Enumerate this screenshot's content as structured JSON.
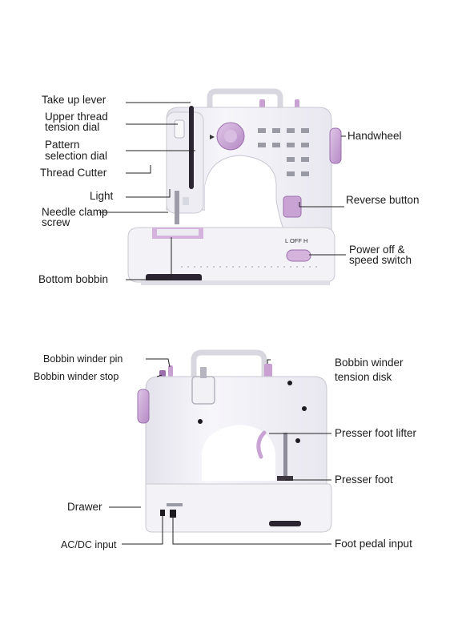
{
  "front_view": {
    "labels": {
      "take_up_lever": "Take up lever",
      "upper_thread_tension_dial_1": "Upper thread",
      "upper_thread_tension_dial_2": "tension dial",
      "pattern_selection_dial_1": "Pattern",
      "pattern_selection_dial_2": "selection dial",
      "thread_cutter": "Thread Cutter",
      "light": "Light",
      "needle_clamp_screw_1": "Needle clamp",
      "needle_clamp_screw_2": "screw",
      "bottom_bobbin": "Bottom bobbin",
      "handwheel": "Handwheel",
      "reverse_button": "Reverse button",
      "power_switch_1": "Power off &",
      "power_switch_2": "speed switch"
    },
    "switch_marks": "L  OFF  H"
  },
  "back_view": {
    "labels": {
      "bobbin_winder_pin": "Bobbin winder pin",
      "bobbin_winder_stop": "Bobbin winder stop",
      "bobbin_winder_tension_disk_1": "Bobbin winder",
      "bobbin_winder_tension_disk_2": "tension disk",
      "presser_foot_lifter": "Presser foot lifter",
      "presser_foot": "Presser foot",
      "drawer": "Drawer",
      "ac_dc_input": "AC/DC input",
      "foot_pedal_input": "Foot pedal input"
    }
  },
  "colors": {
    "body": "#f4f3f8",
    "shadow": "#dcdbe4",
    "accent_purple": "#c9a3d4",
    "dark_purple": "#8e5fa0",
    "line": "#222222"
  }
}
